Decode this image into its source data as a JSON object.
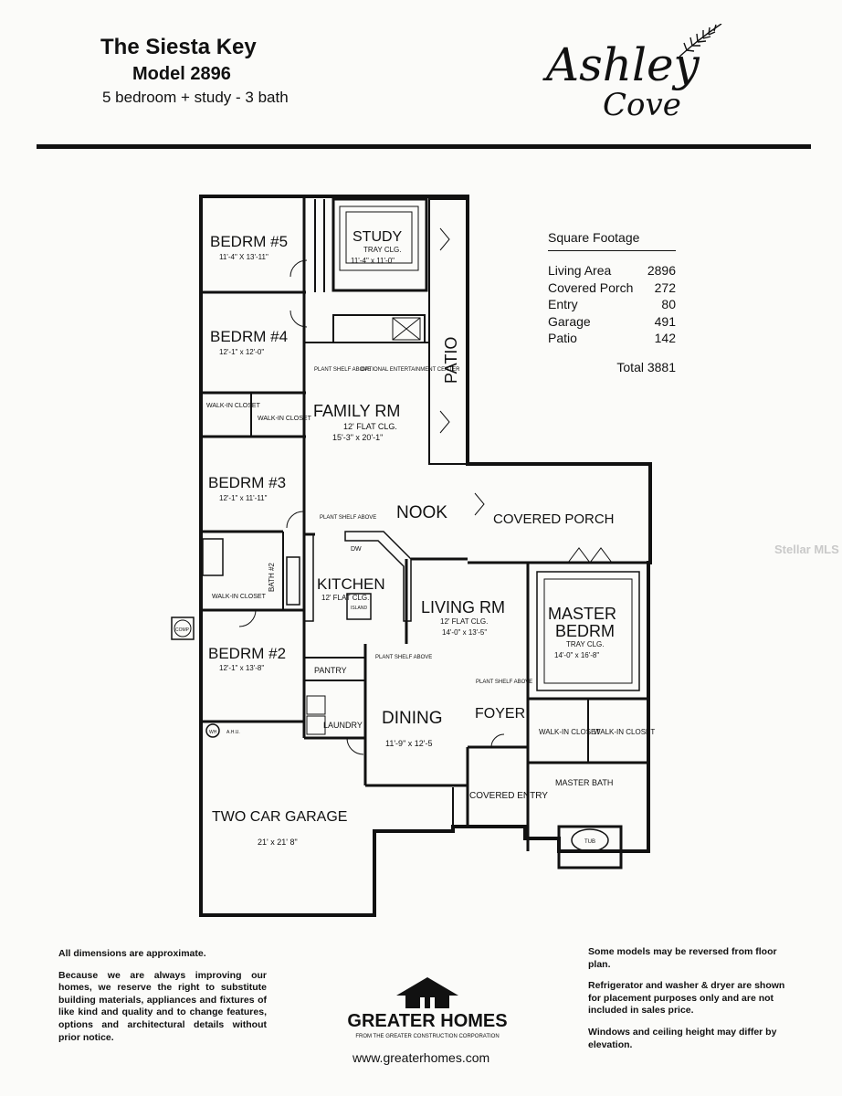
{
  "header": {
    "title": "The Siesta Key",
    "model": "Model 2896",
    "subtitle": "5 bedroom + study - 3 bath"
  },
  "logo": {
    "line1": "Ashley",
    "line2": "Cove"
  },
  "square_footage": {
    "heading": "Square Footage",
    "rows": [
      {
        "label": "Living Area",
        "value": "2896"
      },
      {
        "label": "Covered Porch",
        "value": "272"
      },
      {
        "label": "Entry",
        "value": "80"
      },
      {
        "label": "Garage",
        "value": "491"
      },
      {
        "label": "Patio",
        "value": "142"
      }
    ],
    "total": "Total  3881"
  },
  "rooms": {
    "bedrm5": {
      "name": "BEDRM #5",
      "dims": "11'-4\" X 13'-11\""
    },
    "study": {
      "name": "STUDY",
      "ceiling": "TRAY CLG.",
      "dims": "11'-4\" x 11'-0\""
    },
    "bedrm4": {
      "name": "BEDRM #4",
      "dims": "12'-1\" x 12'-0\""
    },
    "plant_shelf_1": "PLANT SHELF ABOVE",
    "entertainment": "OPTIONAL ENTERTAINMENT CENTER",
    "patio": "PATIO",
    "walkin_1": "WALK-IN CLOSET",
    "walkin_2": "WALK-IN CLOSET",
    "family": {
      "name": "FAMILY RM",
      "ceiling": "12' FLAT CLG.",
      "dims": "15'-3\" x 20'-1\""
    },
    "bedrm3": {
      "name": "BEDRM #3",
      "dims": "12'-1\" x 11'-11\""
    },
    "nook": "NOOK",
    "covered_porch": "COVERED PORCH",
    "plant_shelf_2": "PLANT SHELF ABOVE",
    "dw": "DW",
    "bath2": "BATH #2",
    "kitchen": {
      "name": "KITCHEN",
      "ceiling": "12' FLAT CLG."
    },
    "island": "ISLAND",
    "walkin_3": "WALK-IN CLOSET",
    "comp": "COMP",
    "living": {
      "name": "LIVING RM",
      "ceiling": "12' FLAT CLG.",
      "dims": "14'-0\" x 13'-5\""
    },
    "master": {
      "name1": "MASTER",
      "name2": "BEDRM",
      "ceiling": "TRAY CLG.",
      "dims": "14'-0\" x 16'-8\""
    },
    "plant_shelf_3": "PLANT SHELF ABOVE",
    "bedrm2": {
      "name": "BEDRM #2",
      "dims": "12'-1\" x 13'-8\""
    },
    "pantry": "PANTRY",
    "plant_shelf_4": "PLANT SHELF ABOVE",
    "laundry": "LAUNDRY",
    "dining": {
      "name": "DINING",
      "dims": "11'-9\" x 12'-5"
    },
    "foyer": "FOYER",
    "walkin_4": "WALK-IN CLOSET",
    "walkin_5": "WALK-IN CLOSET",
    "wh": "WH",
    "ahu": "A.H.U.",
    "master_bath": "MASTER BATH",
    "covered_entry": "COVERED ENTRY",
    "tub": "TUB",
    "garage": {
      "name": "TWO CAR GARAGE",
      "dims": "21' x 21' 8\""
    }
  },
  "footer": {
    "left_1": "All dimensions are approximate.",
    "left_2": "Because we are always improving our homes, we reserve the right to substitute building materials, appliances and fixtures of like kind and quality and to change features, options and architectural details without prior notice.",
    "right_1": "Some models may be reversed from floor plan.",
    "right_2": "Refrigerator and washer & dryer are shown for placement purposes only and are not included in sales price.",
    "right_3": "Windows and ceiling height may differ by elevation.",
    "builder": "GREATER HOMES",
    "builder_sub": "FROM THE GREATER CONSTRUCTION CORPORATION",
    "url": "www.greaterhomes.com"
  },
  "watermark": "Stellar MLS"
}
